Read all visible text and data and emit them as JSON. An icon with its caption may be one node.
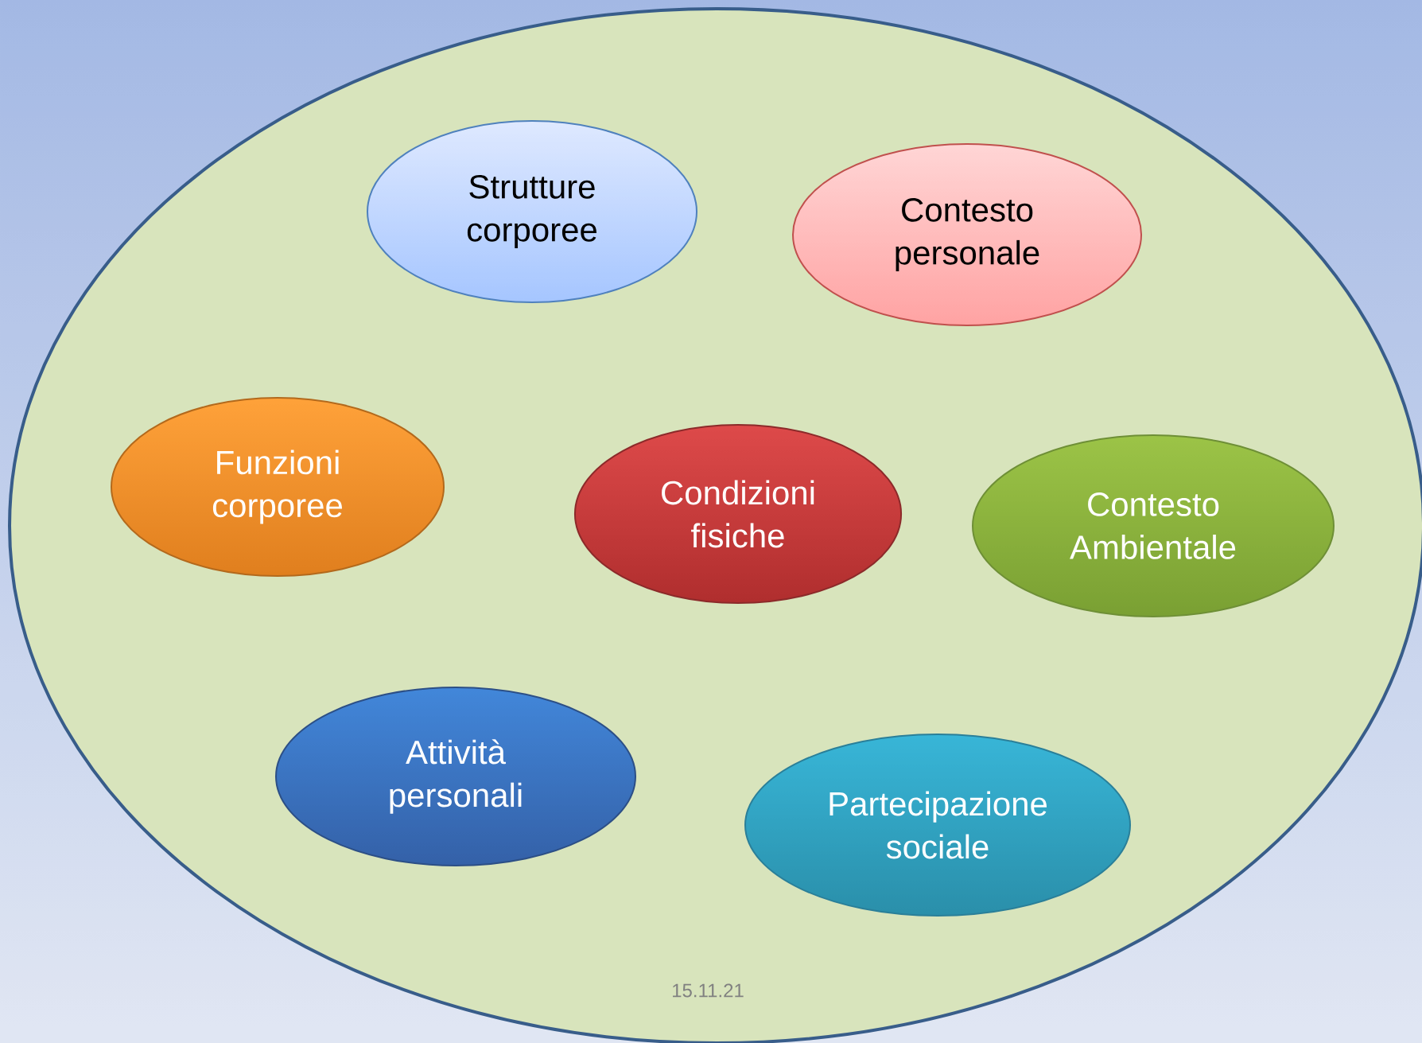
{
  "diagram": {
    "nodes": [
      {
        "text": [],
        "shape": "ellipse"
      },
      {
        "text": [
          "Strutture corporee"
        ],
        "in": 0
      },
      {
        "text": [
          "Contesto personale"
        ],
        "in": 0
      },
      {
        "text": [
          "Funzioni corporee"
        ],
        "in": 0
      },
      {
        "text": [
          "Condizioni fisiche"
        ],
        "in": 0
      },
      {
        "text": [
          "Contesto Ambientale"
        ],
        "in": 0
      },
      {
        "text": [
          "Attività personali"
        ],
        "in": 0
      },
      {
        "text": [
          "Partecipazione sociale"
        ],
        "in": 0
      }
    ],
    "labels": [
      "15.11.21"
    ]
  }
}
